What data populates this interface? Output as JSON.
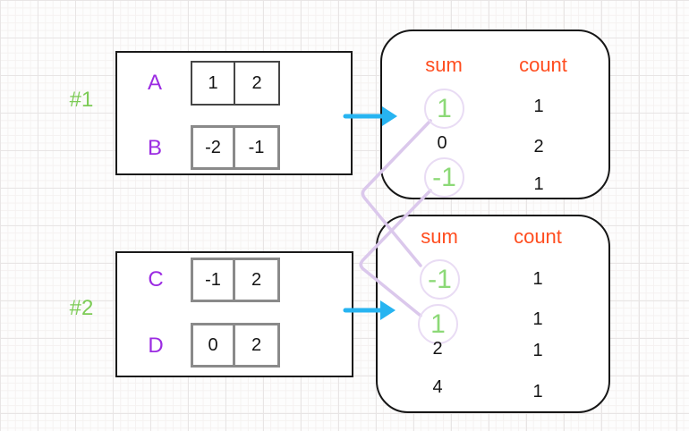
{
  "groups": [
    {
      "tag": "#1",
      "arrays": [
        {
          "name": "A",
          "cells": [
            "1",
            "2"
          ]
        },
        {
          "name": "B",
          "cells": [
            "-2",
            "-1"
          ]
        }
      ]
    },
    {
      "tag": "#2",
      "arrays": [
        {
          "name": "C",
          "cells": [
            "-1",
            "2"
          ]
        },
        {
          "name": "D",
          "cells": [
            "0",
            "2"
          ]
        }
      ]
    }
  ],
  "tables": [
    {
      "sum_header": "sum",
      "count_header": "count",
      "rows": [
        {
          "sum": "1",
          "count": "1",
          "circled": true
        },
        {
          "sum": "0",
          "count": "2",
          "circled": false
        },
        {
          "sum": "-1",
          "count": "1",
          "circled": true
        }
      ]
    },
    {
      "sum_header": "sum",
      "count_header": "count",
      "rows": [
        {
          "sum": "-1",
          "count": "1",
          "circled": true
        },
        {
          "sum": "1",
          "count": "1",
          "circled": true
        },
        {
          "sum": "2",
          "count": "1",
          "circled": false
        },
        {
          "sum": "4",
          "count": "1",
          "circled": false
        }
      ]
    }
  ],
  "links": [
    {
      "from": "table-1 sum 1",
      "to": "table-2 sum -1"
    },
    {
      "from": "table-1 sum -1",
      "to": "table-2 sum 1"
    }
  ],
  "icons": {
    "arrow_1": "right-arrow",
    "arrow_2": "right-arrow"
  },
  "colors": {
    "array_label": "#9b2be2",
    "group_tag": "#7ccb55",
    "table_header": "#ff4d1f",
    "circled_sum": "#8cd977",
    "circle_stroke": "#e9dcf4",
    "connector": "#dbc8ec",
    "arrow": "#27b4f1",
    "cell_border": "#8a8a8a",
    "box_border": "#1a1a1a"
  }
}
